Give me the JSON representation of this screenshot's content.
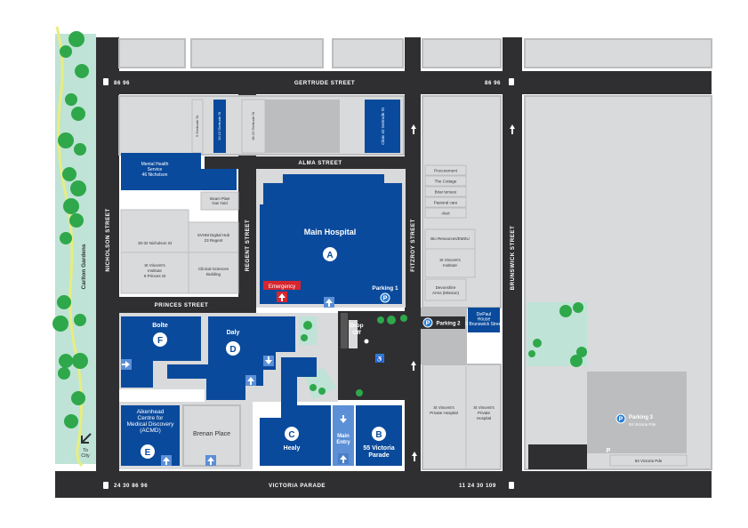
{
  "colors": {
    "road": "#2f2f31",
    "road_text": "#ffffff",
    "lightgrey": "#d9dadb",
    "midgrey": "#bcbdbf",
    "navy": "#0a4a9c",
    "navy_dark": "#073e86",
    "lightblue": "#5b8fd6",
    "green": "#2ea84a",
    "park": "#bfe3d6",
    "path": "#eaef8f",
    "emergency": "#d6262e",
    "courtyard": "#a9b4be"
  },
  "streets": {
    "gertrude": "GERTRUDE STREET",
    "alma": "ALMA STREET",
    "princes": "PRINCES STREET",
    "victoria": "VICTORIA PARADE",
    "nicholson": "NICHOLSON STREET",
    "regent": "REGENT STREET",
    "fitzroy": "FITZROY STREET",
    "brunswick": "BRUNSWICK STREET",
    "carlton_gardens": "Carlton Gardens"
  },
  "trams": {
    "gertrude_left": "86  96",
    "gertrude_right": "86  96",
    "victoria_left": "24  30  86  96",
    "victoria_right": "11  24  30  109"
  },
  "buildings": {
    "five_gertrude": "5 Gertrude St",
    "ten_twelve_gertrude": "10-12 Gertrude St",
    "eighteen_gertrude": "18-22 Gertrude St",
    "clinic_gertrude": "Clinic 42 Gertrude St",
    "mental_health": "Mental Health Service 46 Nicholson St",
    "steam_plant": "Steam Plant Gas Yard",
    "nicholson_30": "30-32 Nicholson St",
    "svhm_hub": "SVHM Digital Hub 23 Regent St",
    "svi_princes": "St Vincent's Institute 9 Princes St",
    "clinical_sciences": "Clinical Sciences Building",
    "main_hospital": "Main Hospital",
    "main_letter": "A",
    "emergency": "Emergency",
    "parking1": "Parking 1",
    "procurement": "Procurement",
    "cottage": "The Cottage",
    "briar": "Briar terrace",
    "pastoral": "Pastoral care",
    "alert": "Alert",
    "bio": "Bio Resources/EMSU",
    "svi_fitzroy": "St Vincent's Institute",
    "devonshire": "Devonshire Arms (Mission)",
    "parking2": "Parking 2",
    "depaul": "DePaul House 9 Brunswick Street",
    "bolte": "Bolte",
    "bolte_letter": "F",
    "daly": "Daly",
    "daly_letter": "D",
    "drop_off": "Drop Off",
    "svph1": "St Vincent's Private Hospital",
    "svph2": "St Vincent's Private Hospital",
    "aikenhead": "Aikenhead Centre for Medical Discovery (ACMD)",
    "aikenhead_letter": "E",
    "brenan": "Brenan Place",
    "healy": "Healy",
    "healy_letter": "C",
    "main_entry": "Main Entry",
    "victoria55": "55 Victoria Parade",
    "victoria55_letter": "B",
    "parking3": "Parking 3",
    "parking3_addr": "93 Victoria Pde",
    "victoria93": "93 Victoria Pde",
    "p_label": "P",
    "to_city": "To City"
  }
}
